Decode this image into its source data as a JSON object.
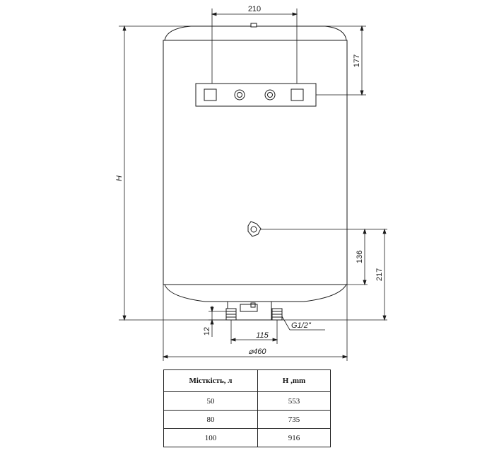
{
  "drawing": {
    "dim_width_top": "210",
    "dim_top_right": "177",
    "dim_height": "H",
    "dim_right_inner": "136",
    "dim_right_outer": "217",
    "dim_bottom_small": "12",
    "dim_bottom_spacing": "115",
    "dim_thread": "G1/2\"",
    "dim_diameter": "⌀460"
  },
  "table": {
    "headers": [
      "Місткість, л",
      "H ,mm"
    ],
    "rows": [
      [
        "50",
        "553"
      ],
      [
        "80",
        "735"
      ],
      [
        "100",
        "916"
      ]
    ]
  }
}
